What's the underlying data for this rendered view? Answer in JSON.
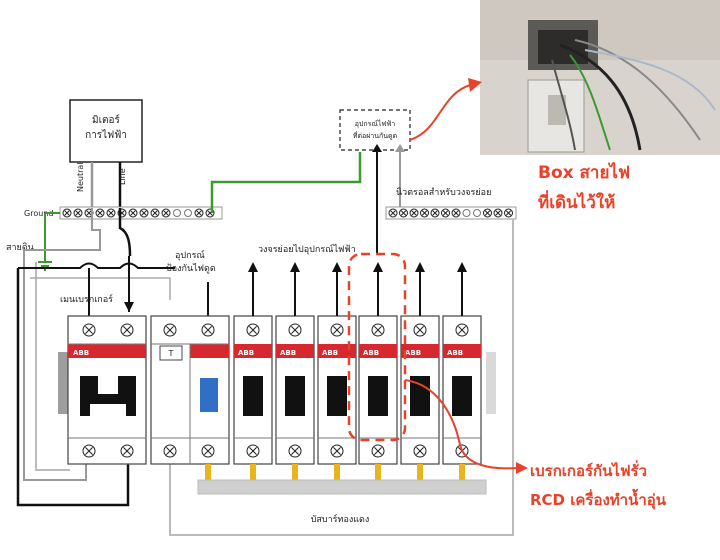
{
  "labels": {
    "meter_line1": "มิเตอร์",
    "meter_line2": "การไฟฟ้า",
    "neutral": "Neutral",
    "line": "Line",
    "ground": "Ground",
    "earth": "สายดิน",
    "main_breaker": "เมนเบรกเกอร์",
    "spd_line1": "อุปกรณ์",
    "spd_line2": "ป้องกันไฟดูด",
    "branch_circuits": "วงจรย่อยไปอุปกรณ์ไฟฟ้า",
    "remote_device_line1": "อุปกรณ์ไฟฟ้า",
    "remote_device_line2": "ที่ต่อผ่านกันดูด",
    "neutral_bar": "นิวตรอลสำหรับวงจรย่อย",
    "busbar": "บัสบาร์ทองแดง",
    "brand": "ABB",
    "test_button": "T"
  },
  "callouts": {
    "box_line1": "Box สายไฟ",
    "box_line2": "ที่เดินไว้ให้",
    "rcd_line1": "เบรกเกอร์กันไฟรั่ว",
    "rcd_line2": "RCD เครื่องทำน้ำอุ่น"
  },
  "colors": {
    "accent": "#e8432a",
    "breaker_red": "#d7282f",
    "ground_wire": "#3a9a2e",
    "test_blue": "#2f6fc6"
  },
  "photo": {
    "depicts": "wall junction box with wires"
  }
}
